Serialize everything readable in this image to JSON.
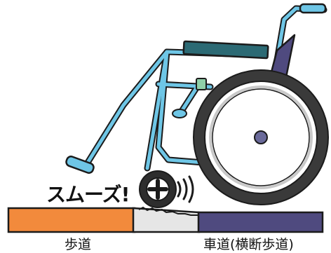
{
  "labels": {
    "smooth": "スムーズ!",
    "sidewalk": "歩道",
    "roadway": "車道(横断歩道)"
  },
  "colors": {
    "sidewalk": "#f28a3c",
    "ramp": "#e6e6e6",
    "roadway": "#4f4a7f",
    "frame": "#6ec6e6",
    "frame_outline": "#1b1b1b",
    "seat": "#2c6a74",
    "tire": "#3a3a3a",
    "rim": "#c9c9c9",
    "wheel_center": "#6a6a9a"
  },
  "icons": [
    "wheelchair-illustration",
    "caster-wheel-icon",
    "motion-lines-icon"
  ]
}
